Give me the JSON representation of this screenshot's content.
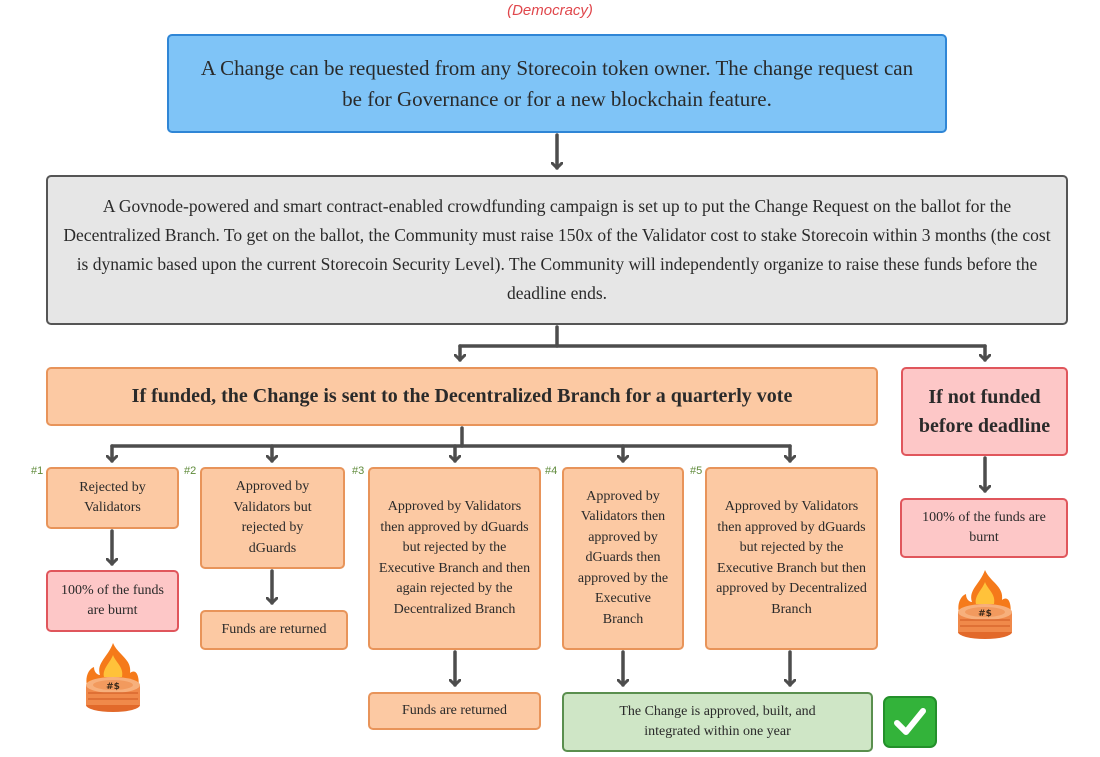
{
  "caption": "(Democracy)",
  "boxes": {
    "request": "A Change can be requested from any Storecoin token owner. The change request can be for Governance or for a new blockchain feature.",
    "campaign": "A Govnode-powered and smart contract-enabled crowdfunding campaign is set up to put the Change Request on the ballot for the Decentralized Branch. To get on the ballot, the Community must raise 150x of the Validator cost to stake Storecoin within 3 months (the cost is dynamic based upon the current Storecoin Security Level). The Community will independently organize to raise these funds before the deadline ends.",
    "funded": "If funded, the Change is sent to the Decentralized Branch for a quarterly vote",
    "not_funded": "If not funded before deadline",
    "not_funded_result": "100% of the funds are burnt"
  },
  "cases": [
    {
      "num": "#1",
      "text": "Rejected by Validators",
      "result": "100% of the funds are burnt"
    },
    {
      "num": "#2",
      "text": "Approved by Validators but rejected by dGuards",
      "result": "Funds are returned"
    },
    {
      "num": "#3",
      "text": "Approved by Validators then approved by dGuards but rejected by the Executive Branch and then again rejected by the Decentralized Branch",
      "result": "Funds are returned"
    },
    {
      "num": "#4",
      "text": "Approved by Validators then approved by dGuards then approved by the Executive Branch"
    },
    {
      "num": "#5",
      "text": "Approved by Validators then approved by dGuards but rejected by the Executive Branch but then approved by Decentralized Branch"
    }
  ],
  "approved_result": "The Change is approved, built, and integrated within one year",
  "icons": {
    "fire": "burning-coin-icon",
    "check": "check-mark-icon"
  },
  "colors": {
    "blue_fill": "#7fc4f7",
    "gray_fill": "#e6e6e6",
    "orange_fill": "#fcc9a3",
    "pink_fill": "#fdc7c7",
    "green_fill": "#cfe6c6",
    "check_green": "#33b33a"
  }
}
